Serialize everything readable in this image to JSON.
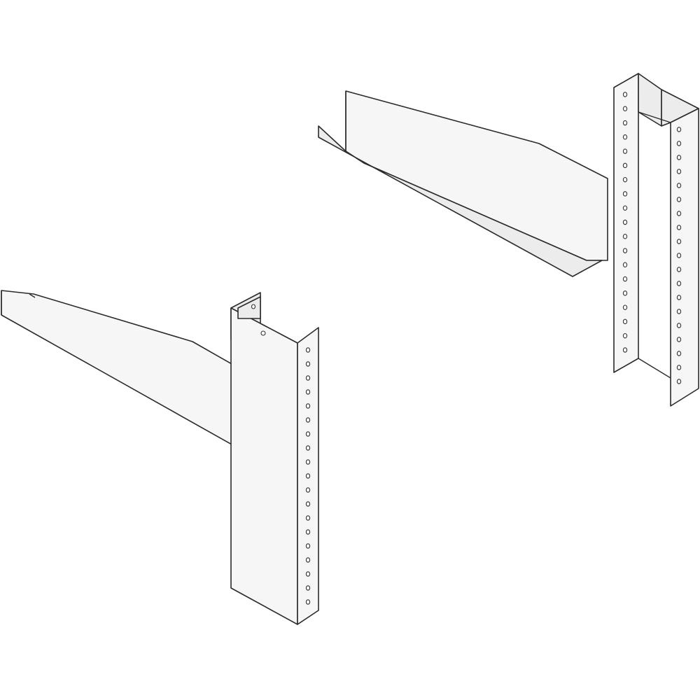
{
  "scene": {
    "stroke_color": "#2b2b2b",
    "fill_light": "#f6f6f6",
    "fill_mid": "#ececec",
    "background": "#ffffff"
  },
  "parts": {
    "left_post_holes": 19,
    "right_post_front_holes": 19,
    "right_post_side_holes": 19
  }
}
